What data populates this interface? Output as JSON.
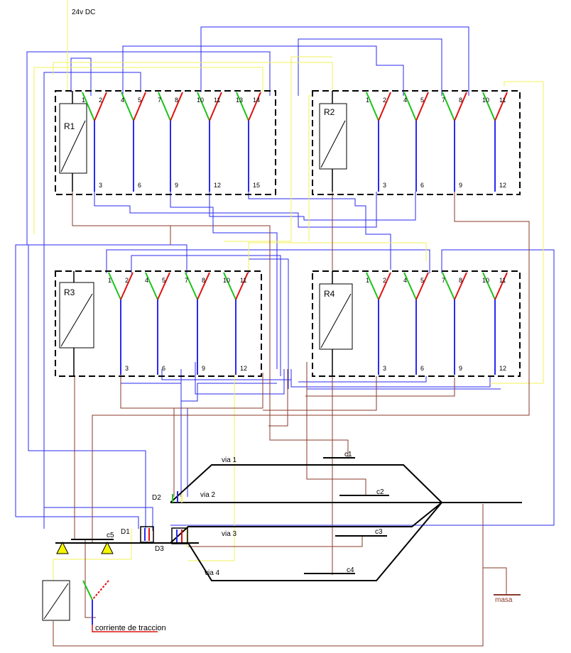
{
  "supply_label": "24v DC",
  "relays": [
    {
      "id": "R1",
      "pins_top": [
        "1",
        "2",
        "4",
        "5",
        "7",
        "8",
        "10",
        "11",
        "13",
        "14"
      ],
      "pins_bottom": [
        "3",
        "6",
        "9",
        "12",
        "15"
      ]
    },
    {
      "id": "R2",
      "pins_top": [
        "1",
        "2",
        "4",
        "5",
        "7",
        "8",
        "10",
        "11"
      ],
      "pins_bottom": [
        "3",
        "6",
        "9",
        "12"
      ]
    },
    {
      "id": "R3",
      "pins_top": [
        "1",
        "2",
        "4",
        "5",
        "7",
        "8",
        "10",
        "11"
      ],
      "pins_bottom": [
        "3",
        "6",
        "9",
        "12"
      ]
    },
    {
      "id": "R4",
      "pins_top": [
        "1",
        "2",
        "4",
        "5",
        "7",
        "8",
        "10",
        "11"
      ],
      "pins_bottom": [
        "3",
        "6",
        "9",
        "12"
      ]
    }
  ],
  "tracks": [
    "via 1",
    "via 2",
    "via 3",
    "via 4"
  ],
  "contacts": [
    "c1",
    "c2",
    "c3",
    "c4",
    "c5"
  ],
  "diodes": [
    "D1",
    "D2",
    "D3"
  ],
  "ground_label": "masa",
  "traction_label": "corriente de traccion",
  "colors": {
    "wire_blue": "#2a2af0",
    "wire_yellow": "#f2f25a",
    "wire_brown": "#8a3a2a",
    "contact_red": "#e01010",
    "contact_green": "#19c419",
    "signal_yellow": "#f5f500"
  }
}
